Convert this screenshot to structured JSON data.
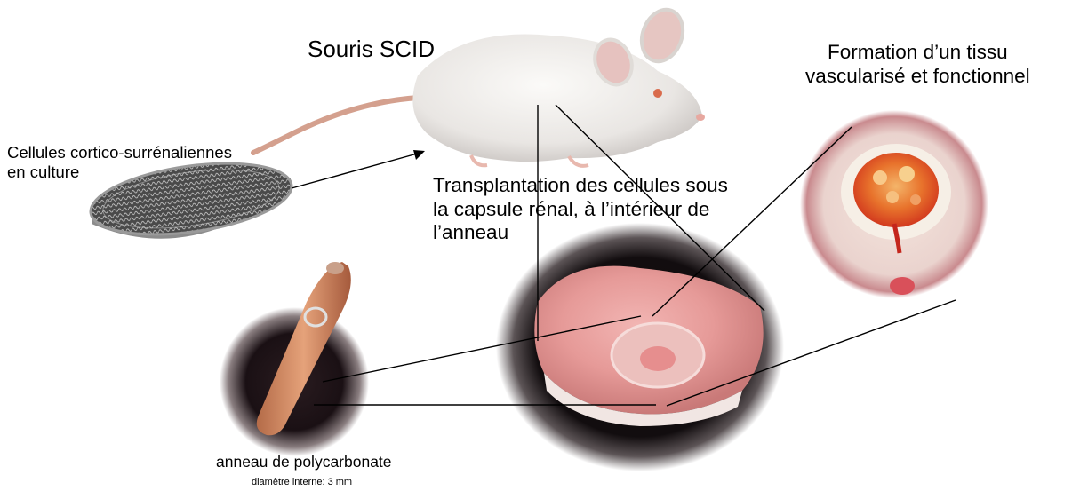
{
  "labels": {
    "mouse": "Souris SCID",
    "cells_line1": "Cellules cortico-surrénaliennes",
    "cells_line2": "en culture",
    "transplant_line1": "Transplantation des cellules sous",
    "transplant_line2": "la capsule rénal, à l’intérieur de",
    "transplant_line3": "l’anneau",
    "tissue_line1": "Formation d’un tissu",
    "tissue_line2": "vascularisé et fonctionnel",
    "ring": "anneau de polycarbonate",
    "ring_diameter": "diamètre interne: 3 mm"
  },
  "images": {
    "mouse": "white-mouse-photo",
    "dish": "culture-dish-photo",
    "finger": "finger-ring-photo",
    "kidney": "kidney-capsule-photo",
    "tissue": "vascularized-tissue-photo"
  },
  "colors": {
    "mouse_fur": "#ece9e6",
    "mouse_tail": "#d4a08e",
    "kidney_pink": "#e7a39f",
    "tissue_orange": "#e7651e",
    "dark_background": "#151012"
  }
}
